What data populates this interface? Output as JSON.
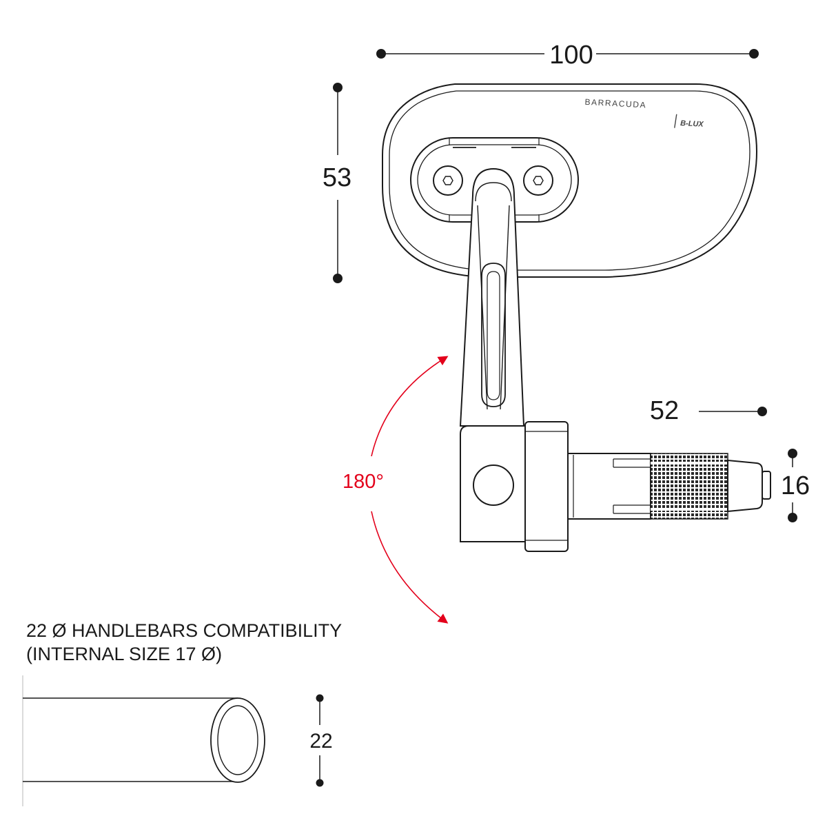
{
  "dimensions": {
    "width": "100",
    "height": "53",
    "depth": "52",
    "thread": "16",
    "handlebar": "22"
  },
  "rotation_label": "180°",
  "brand": {
    "name": "BARRACUDA",
    "model": "B-LUX"
  },
  "caption": {
    "line1": "22 Ø HANDLEBARS COMPATIBILITY",
    "line2": "(INTERNAL SIZE 17 Ø)"
  },
  "colors": {
    "line": "#1a1a1a",
    "accent": "#e3001b"
  }
}
